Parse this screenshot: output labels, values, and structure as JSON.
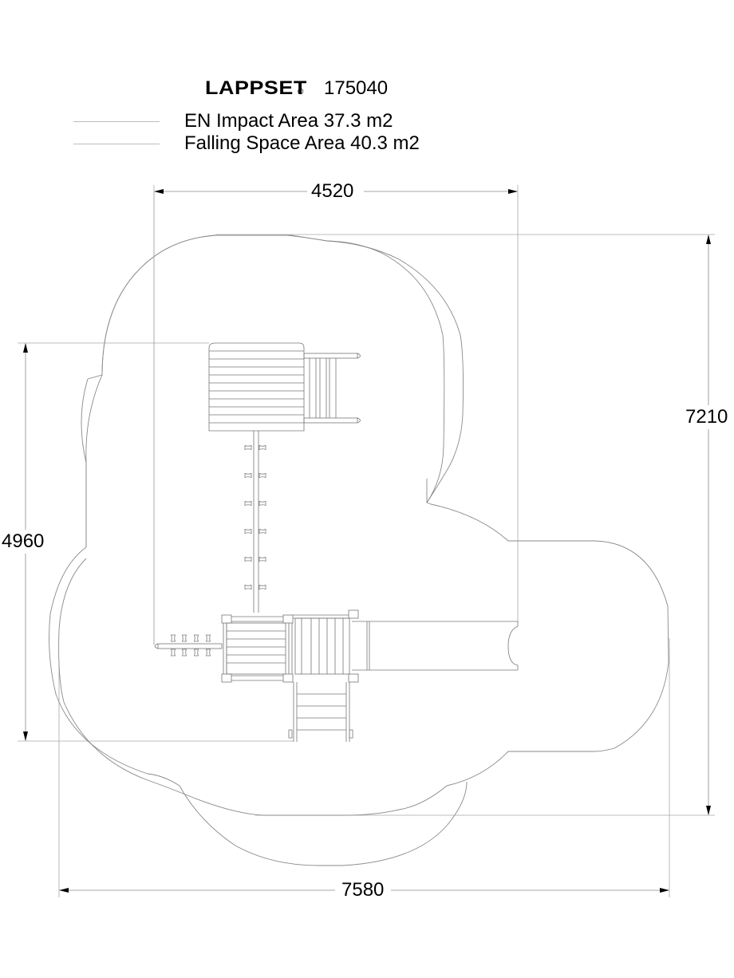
{
  "header": {
    "brand": "LAPPSET",
    "registered_mark": "®",
    "product_code": "175040"
  },
  "legend": [
    {
      "label": "EN Impact Area 37.3 m2",
      "line_color": "#bdbdbd"
    },
    {
      "label": "Falling Space Area 40.3 m2",
      "line_color": "#bdbdbd"
    }
  ],
  "dimensions": {
    "top_width": "4520",
    "left_height": "4960",
    "right_height": "7210",
    "bottom_width": "7580"
  },
  "colors": {
    "outline": "#8a8a8a",
    "equipment": "#777777",
    "dim_line": "#9a9a9a",
    "text": "#000000"
  },
  "components": {
    "upper_deck": "platform with horizontal planks",
    "upper_ladder": "vertical ladder with two rails",
    "climbing_pole": "rope ladder with six rungs",
    "lower_deck_left": "platform with horizontal planks",
    "lower_deck_right": "platform with vertical planks",
    "side_climber": "horizontal climber with four rungs",
    "front_stairs": "ladder stairs",
    "slide": "straight slide"
  }
}
